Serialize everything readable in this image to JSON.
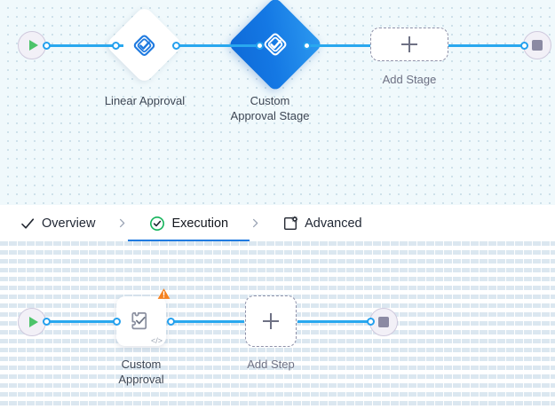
{
  "theme": {
    "edge_color": "#29a8ef",
    "port_border": "#24a0ee",
    "accent_blue": "#1478e4",
    "tab_underline": "#1f7ae0",
    "active_stage_gradient_from": "#2d9af0",
    "active_stage_gradient_to": "#0f6ad8",
    "warning_orange": "#f5811f",
    "success_green": "#13b35a",
    "start_green": "#4cc46a",
    "stop_gray": "#8b8aa3",
    "dashed_border": "#8e90a8",
    "stage_canvas_bg": "#f0f9fc",
    "step_canvas_bg": "#ffffff",
    "label_text": "#3d4654"
  },
  "stage_canvas": {
    "name": "stage-flow-canvas",
    "start_node": {
      "icon": "play-icon",
      "title": "Start"
    },
    "end_node": {
      "icon": "stop-icon",
      "title": "End"
    },
    "stages": [
      {
        "label": "Linear Approval",
        "icon": "approval-stamp-icon",
        "selected": false
      },
      {
        "label": "Custom\nApproval Stage",
        "icon": "approval-stamp-icon",
        "selected": true
      }
    ],
    "add_stage": {
      "label": "Add Stage",
      "icon": "plus-icon"
    }
  },
  "tabbar": {
    "name": "stage-detail-tabs",
    "tabs": [
      {
        "label": "Overview",
        "icon": "check-icon",
        "active": false
      },
      {
        "label": "Execution",
        "icon": "check-circle-icon",
        "active": true
      },
      {
        "label": "Advanced",
        "icon": "frame-gear-icon",
        "active": false
      }
    ],
    "separator_icon": "chevron-right-icon"
  },
  "step_canvas": {
    "name": "step-flow-canvas",
    "start_node": {
      "icon": "play-icon",
      "title": "Start"
    },
    "end_node": {
      "icon": "stop-icon",
      "title": "End"
    },
    "steps": [
      {
        "label": "Custom\nApproval",
        "icon": "puzzle-check-icon",
        "badge_icon": "warning-triangle-icon",
        "corner_icon": "code-icon",
        "corner_text": "</>"
      }
    ],
    "add_step": {
      "label": "Add Step",
      "icon": "plus-icon"
    }
  }
}
